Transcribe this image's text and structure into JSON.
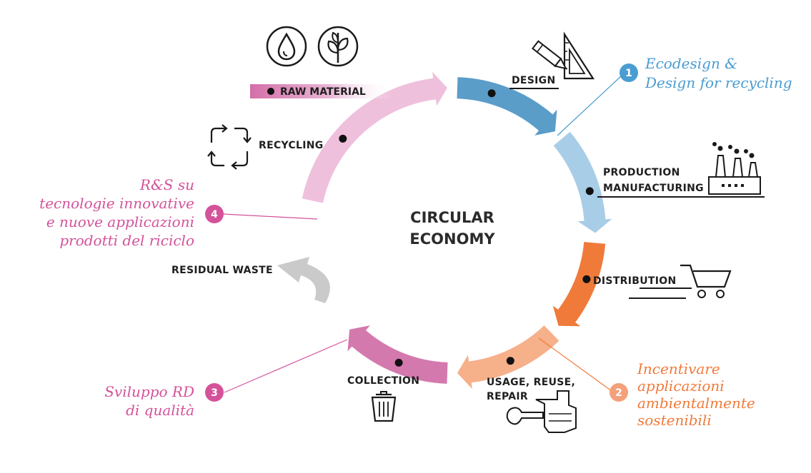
{
  "center": {
    "line1": "CIRCULAR",
    "line2": "ECONOMY"
  },
  "stages": {
    "raw_material": "RAW MATERIAL",
    "design": "DESIGN",
    "production_line1": "PRODUCTION",
    "production_line2": "MANUFACTURING",
    "distribution": "DISTRIBUTION",
    "usage_line1": "USAGE, REUSE,",
    "usage_line2": "REPAIR",
    "collection": "COLLECTION",
    "recycling": "RECYCLING",
    "residual_waste": "RESIDUAL WASTE"
  },
  "notes": {
    "n1": {
      "number": "1",
      "lines": [
        "Ecodesign &",
        "Design for recycling"
      ],
      "color": "#4a9cd1"
    },
    "n2": {
      "number": "2",
      "lines": [
        "Incentivare",
        "applicazioni",
        "ambientalmente",
        "sostenibili"
      ],
      "color": "#f07a3a"
    },
    "n3": {
      "number": "3",
      "lines": [
        "Sviluppo RD",
        "di qualità"
      ],
      "color": "#d4529a"
    },
    "n4": {
      "number": "4",
      "lines": [
        "R&S su",
        "tecnologie innovative",
        "e nuove applicazioni",
        "prodotti del riciclo"
      ],
      "color": "#d4529a"
    }
  },
  "colors": {
    "design": "#5b9dc9",
    "production": "#a8cde6",
    "distribution": "#f07a3a",
    "usage": "#f6b08a",
    "collection": "#d479ad",
    "recycling": "#efc0dc",
    "residual": "#c4c4c4",
    "raw_bar": "#d46fa8"
  },
  "icons": [
    "water-drop-icon",
    "plant-icon",
    "pencil-ruler-icon",
    "factory-icon",
    "cart-icon",
    "wrench-hand-icon",
    "trash-bin-icon",
    "recycle-arrows-icon"
  ]
}
